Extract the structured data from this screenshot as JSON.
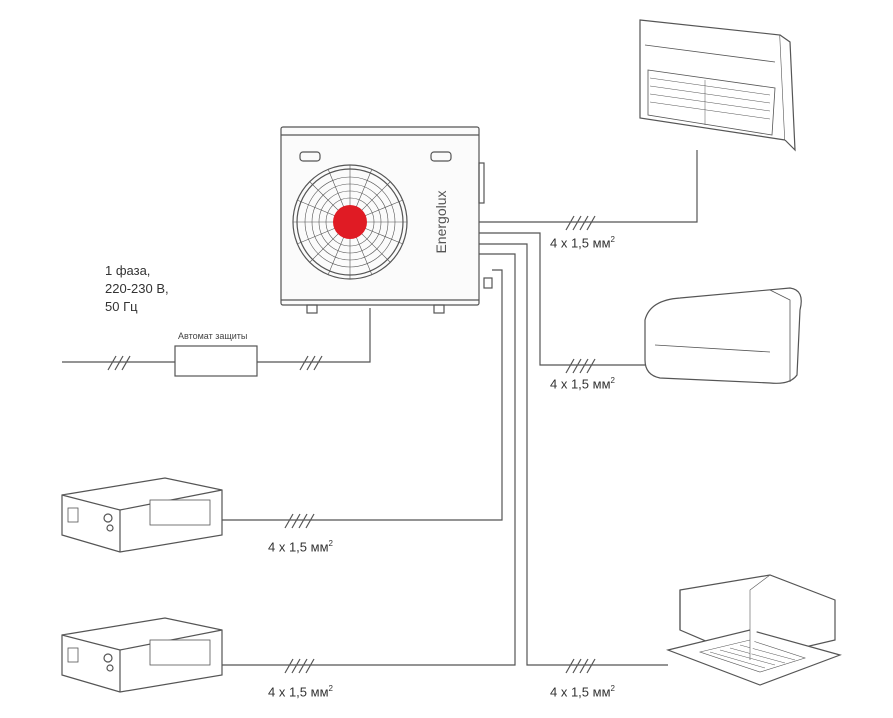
{
  "power": {
    "line1": "1 фаза,",
    "line2": "220-230 В,",
    "line3": "50 Гц"
  },
  "breaker_label": "Автомат защиты",
  "brand": "Energolux",
  "cable_label": "4 х 1,5 мм",
  "cable_superscript": "2",
  "colors": {
    "line": "#555555",
    "fan_center": "#e01b24",
    "brand_red": "#e01b24"
  }
}
